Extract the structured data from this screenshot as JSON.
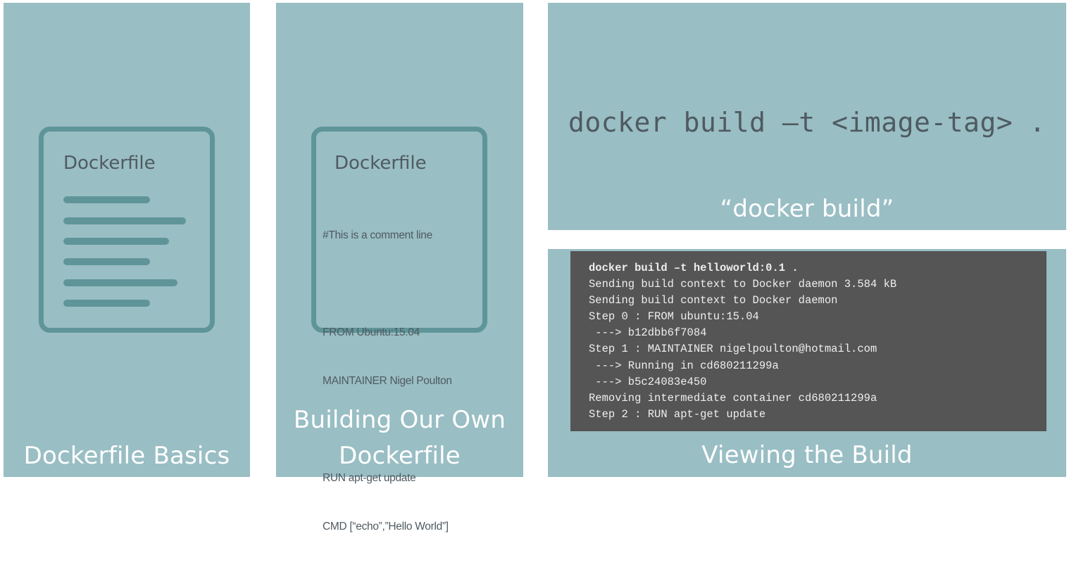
{
  "panels": {
    "basics": {
      "caption": "Dockerfile Basics",
      "doc_title": "Dockerfile"
    },
    "own": {
      "caption_line1": "Building Our Own",
      "caption_line2": "Dockerfile",
      "doc_title": "Dockerfile",
      "lines": [
        "#This is a comment line",
        "",
        "FROM Ubuntu:15.04",
        "MAINTAINER Nigel Poulton",
        "",
        "RUN apt-get update",
        "CMD [“echo”,”Hello World”]"
      ]
    },
    "build": {
      "command": "docker build –t <image-tag> .",
      "caption": "“docker build”"
    },
    "view": {
      "caption": "Viewing the Build",
      "terminal": [
        "docker build –t helloworld:0.1 .",
        "Sending build context to Docker daemon 3.584 kB",
        "Sending build context to Docker daemon",
        "Step 0 : FROM ubuntu:15.04",
        " ---> b12dbb6f7084",
        "Step 1 : MAINTAINER nigelpoulton@hotmail.com",
        " ---> Running in cd680211299a",
        " ---> b5c24083e450",
        "Removing intermediate container cd680211299a",
        "Step 2 : RUN apt-get update"
      ]
    }
  },
  "colors": {
    "panel": "#99bec4",
    "doc_outline": "#5f9599",
    "doc_text": "#4f5a61",
    "terminal_bg": "#555555",
    "caption": "#ffffff"
  }
}
